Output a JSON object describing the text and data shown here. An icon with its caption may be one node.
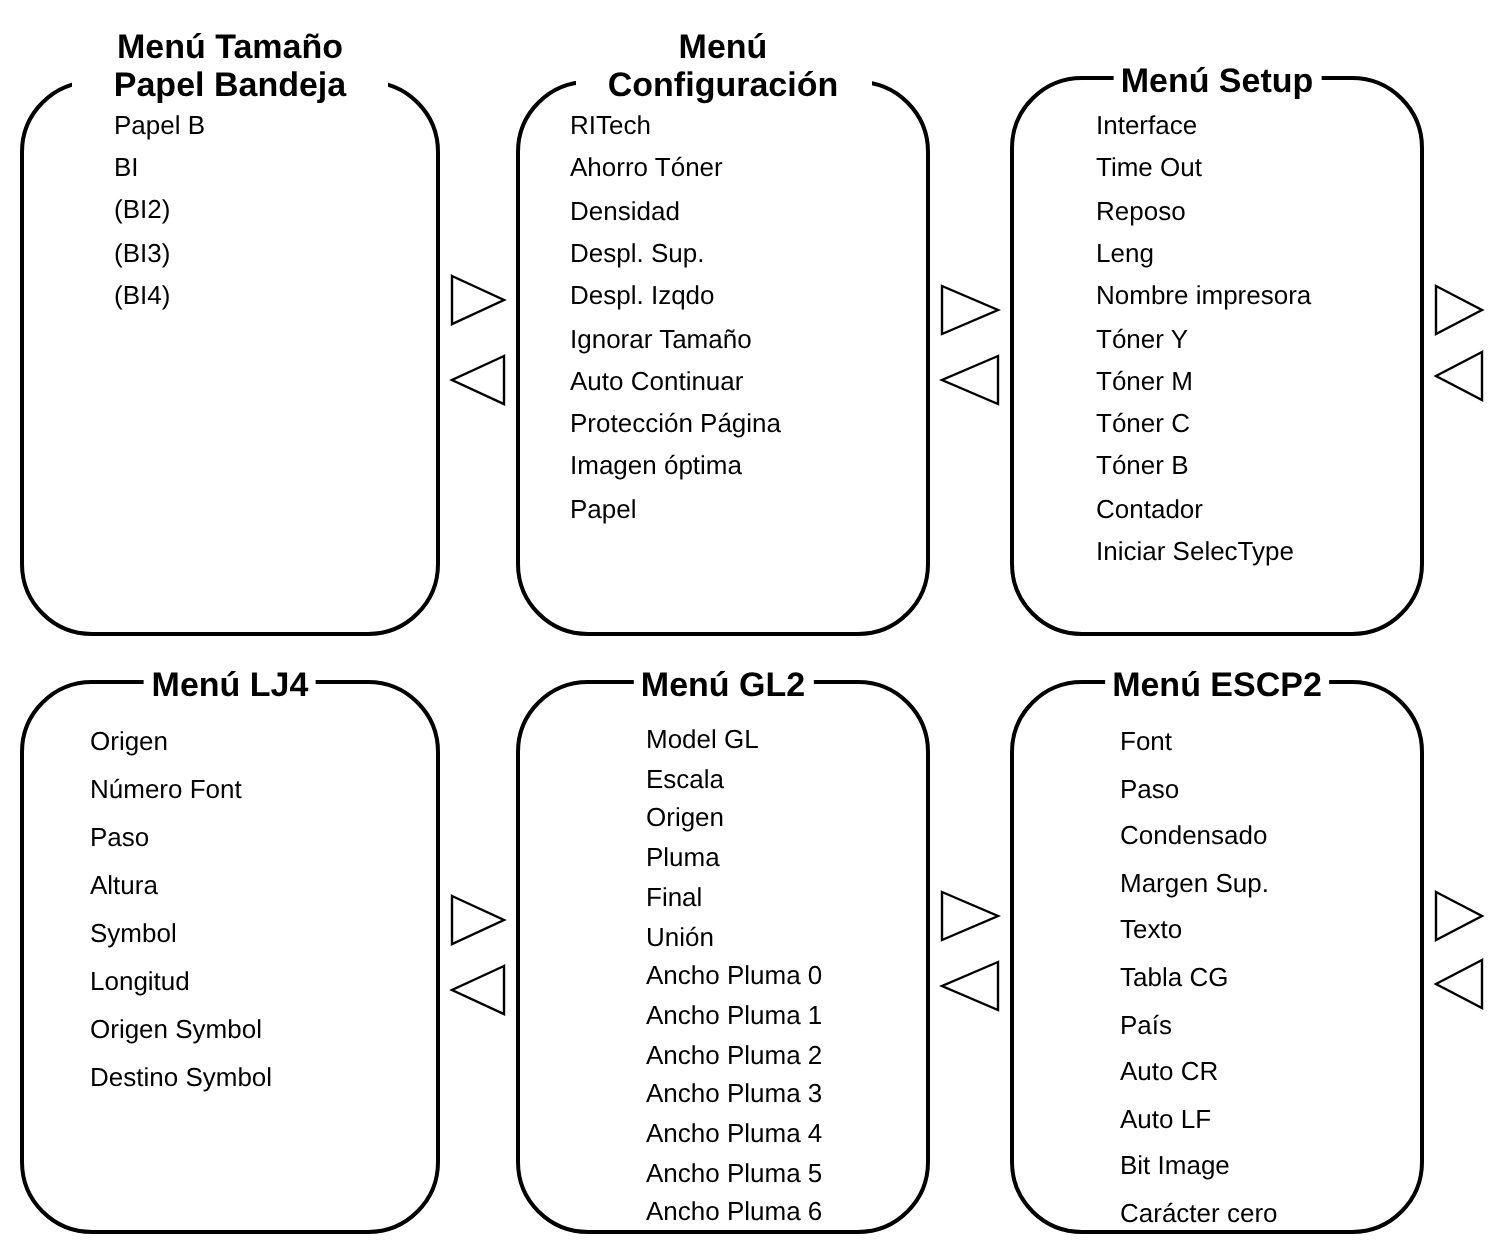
{
  "diagram": {
    "nodes": [
      {
        "text": [
          "Menú Tamaño Papel Bandeja",
          "Papel B",
          "BI",
          "(BI2)",
          "(BI3)",
          "(BI4)"
        ]
      },
      {
        "text": [
          "Menú Configuración",
          "RITech",
          "Ahorro Tóner",
          "Densidad",
          "Despl. Sup.",
          "Despl. Izqdo",
          "Ignorar Tamaño",
          "Auto Continuar",
          "Protección Página",
          "Imagen óptima",
          "Papel"
        ]
      },
      {
        "text": [
          "Menú Setup",
          "Interface",
          "Time Out",
          "Reposo",
          "Leng",
          "Nombre impresora",
          "Tóner Y",
          "Tóner M",
          "Tóner C",
          "Tóner B",
          "Contador",
          "Iniciar SelecType"
        ]
      },
      {
        "text": [
          "Menú LJ4",
          "Origen",
          "Número Font",
          "Paso",
          "Altura",
          "Symbol",
          "Longitud",
          "Origen Symbol",
          "Destino Symbol"
        ]
      },
      {
        "text": [
          "Menú GL2",
          "Model GL",
          "Escala",
          "Origen",
          "Pluma",
          "Final",
          "Unión",
          "Ancho Pluma 0",
          "Ancho Pluma 1",
          "Ancho Pluma 2",
          "Ancho Pluma 3",
          "Ancho Pluma 4",
          "Ancho Pluma 5",
          "Ancho Pluma 6"
        ]
      },
      {
        "text": [
          "Menú ESCP2",
          "Font",
          "Paso",
          "Condensado",
          "Margen Sup.",
          "Texto",
          "Tabla CG",
          "País",
          "Auto CR",
          "Auto LF",
          "Bit Image",
          "Carácter cero"
        ]
      }
    ],
    "edges": [
      {
        "from": 0,
        "to": 1,
        "arrow": "to"
      },
      {
        "from": 1,
        "to": 0,
        "arrow": "to"
      },
      {
        "from": 1,
        "to": 2,
        "arrow": "to"
      },
      {
        "from": 2,
        "to": 1,
        "arrow": "to"
      },
      {
        "from": 2,
        "to": null,
        "arrow": "to"
      },
      {
        "from": null,
        "to": 2,
        "arrow": "to"
      },
      {
        "from": 3,
        "to": 4,
        "arrow": "to"
      },
      {
        "from": 4,
        "to": 3,
        "arrow": "to"
      },
      {
        "from": 4,
        "to": 5,
        "arrow": "to"
      },
      {
        "from": 5,
        "to": 4,
        "arrow": "to"
      },
      {
        "from": 5,
        "to": null,
        "arrow": "to"
      },
      {
        "from": null,
        "to": 5,
        "arrow": "to"
      }
    ]
  }
}
